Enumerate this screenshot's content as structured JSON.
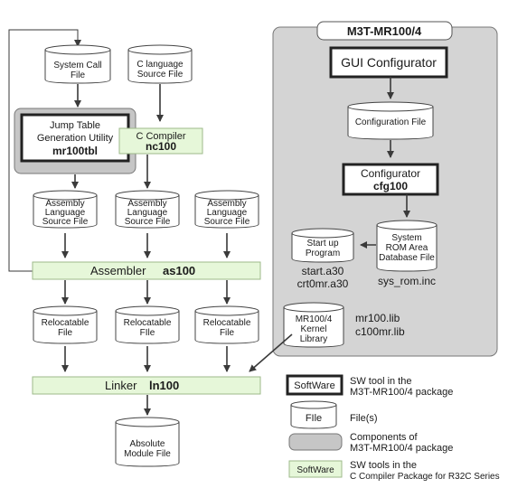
{
  "package": {
    "title": "M3T-MR100/4",
    "gui_configurator": "GUI Configurator",
    "configuration_file": "Configuration File",
    "configurator": [
      "Configurator",
      "cfg100"
    ],
    "system_rom_db": [
      "System",
      "ROM Area",
      "Database File"
    ],
    "startup_program": [
      "Start up",
      "Program"
    ],
    "startup_files": [
      "start.a30",
      "crt0mr.a30"
    ],
    "sys_rom_file": "sys_rom.inc",
    "kernel_library": [
      "MR100/4",
      "Kernel",
      "Library"
    ],
    "lib_files": [
      "mr100.lib",
      "c100mr.lib"
    ]
  },
  "left": {
    "system_call_file": [
      "System Call",
      "File"
    ],
    "c_source_file": [
      "C language",
      "Source File"
    ],
    "jump_table": [
      "Jump Table",
      "Generation Utility",
      "mr100tbl"
    ],
    "c_compiler": [
      "C Compiler",
      "nc100"
    ],
    "assembly_source": [
      "Assembly",
      "Language",
      "Source File"
    ],
    "assembler": [
      "Assembler",
      "as100"
    ],
    "relocatable_file_1": [
      "Relocatable",
      "File"
    ],
    "relocatable_file_2": [
      "Relocatable",
      "FIle"
    ],
    "relocatable_file_3": [
      "Relocatable",
      "File"
    ],
    "linker": [
      "Linker",
      "ln100"
    ],
    "absolute_module": [
      "Absolute",
      "Module File"
    ]
  },
  "legend": [
    {
      "sample": "SoftWare",
      "desc": [
        "SW tool in the",
        "M3T-MR100/4 package"
      ]
    },
    {
      "sample": "FIle",
      "desc": [
        "File(s)"
      ]
    },
    {
      "sample": "",
      "desc": [
        "Components of",
        "M3T-MR100/4 package"
      ]
    },
    {
      "sample": "SoftWare",
      "desc": [
        "SW tools in the",
        "C Compiler Package for R32C Series"
      ]
    }
  ],
  "colors": {
    "package_fill": "#d4d4d4",
    "green_fill": "#e6f7d9",
    "green_stroke": "#9dba8a",
    "gray_box": "#c6c6c6"
  }
}
